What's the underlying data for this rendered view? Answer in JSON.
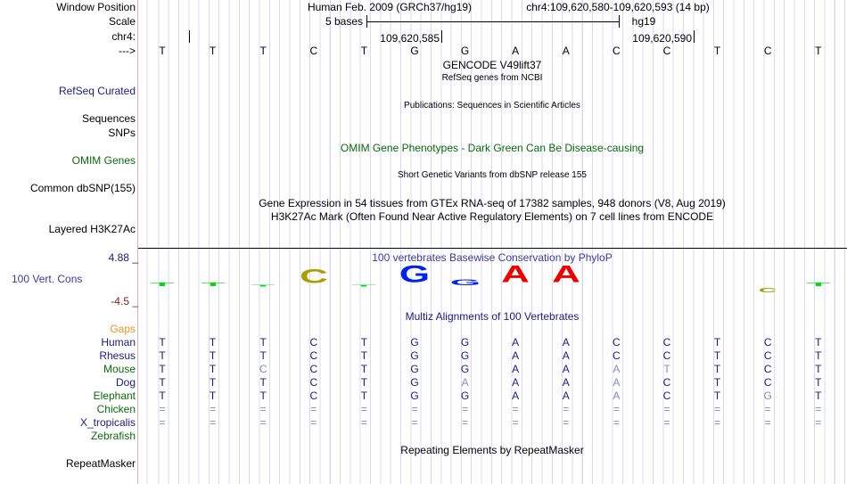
{
  "header": {
    "window_position_label": "Window Position",
    "scale_label": "Scale",
    "chrom_label": "chr4:",
    "strand_label": "--->",
    "assembly": "Human Feb. 2009 (GRCh37/hg19)",
    "position": "chr4:109,620,580-109,620,593 (14 bp)",
    "scale_text": "5 bases",
    "db": "hg19",
    "tick1": "109,620,585",
    "tick2": "109,620,590"
  },
  "sequence": [
    "T",
    "T",
    "T",
    "C",
    "T",
    "G",
    "G",
    "A",
    "A",
    "C",
    "C",
    "T",
    "C",
    "T"
  ],
  "tracks": {
    "gencode_title": "GENCODE V49lift37",
    "refseq_title": "RefSeq genes from NCBI",
    "refseq_label": "RefSeq Curated",
    "publications_title": "Publications: Sequences in Scientific Articles",
    "sequences_label": "Sequences",
    "snps_label": "SNPs",
    "omim_title": "OMIM Gene Phenotypes - Dark Green Can Be Disease-causing",
    "omim_label": "OMIM Genes",
    "dbsnp_title": "Short Genetic Variants from dbSNP release 155",
    "dbsnp_label": "Common dbSNP(155)",
    "gtex_title": "Gene Expression in 54 tissues from GTEx RNA-seq of 17382 samples, 948 donors (V8, Aug 2019)",
    "h3k27_title": "H3K27Ac Mark (Often Found Near Active Regulatory Elements) on 7 cell lines from ENCODE",
    "h3k27_label": "Layered H3K27Ac",
    "cons_title": "100 vertebrates Basewise Conservation by PhyloP",
    "cons_label": "100 Vert. Cons",
    "cons_max": "4.88 _",
    "cons_min": "-4.5 _",
    "multiz_title": "Multiz Alignments of 100 Vertebrates",
    "gaps_label": "Gaps",
    "repeat_title": "Repeating Elements by RepeatMasker",
    "repeat_label": "RepeatMasker"
  },
  "conservation": [
    {
      "base": "T",
      "score": 0.4,
      "color": "#00dd00"
    },
    {
      "base": "T",
      "score": 0.4,
      "color": "#00dd00"
    },
    {
      "base": "T",
      "score": 0.1,
      "color": "#00dd00"
    },
    {
      "base": "C",
      "score": 1.5,
      "color": "#a8a000"
    },
    {
      "base": "T",
      "score": 0.1,
      "color": "#00dd00"
    },
    {
      "base": "G",
      "score": 1.8,
      "color": "#0022ee"
    },
    {
      "base": "G",
      "score": 0.6,
      "color": "#0022ee"
    },
    {
      "base": "A",
      "score": 1.8,
      "color": "#ee0000"
    },
    {
      "base": "A",
      "score": 1.8,
      "color": "#ee0000"
    },
    {
      "base": "",
      "score": 0,
      "color": "#000"
    },
    {
      "base": "",
      "score": 0,
      "color": "#000"
    },
    {
      "base": "",
      "score": 0,
      "color": "#000"
    },
    {
      "base": "C",
      "score": -0.5,
      "color": "#a8a000"
    },
    {
      "base": "T",
      "score": 0.4,
      "color": "#00dd00"
    }
  ],
  "alignments": [
    {
      "species": "Human",
      "color": "#1a1a80",
      "bases": [
        "T",
        "T",
        "T",
        "C",
        "T",
        "G",
        "G",
        "A",
        "A",
        "C",
        "C",
        "T",
        "C",
        "T"
      ],
      "mismatch": []
    },
    {
      "species": "Rhesus",
      "color": "#1a1a80",
      "bases": [
        "T",
        "T",
        "T",
        "C",
        "T",
        "G",
        "G",
        "A",
        "A",
        "C",
        "C",
        "T",
        "C",
        "T"
      ],
      "mismatch": []
    },
    {
      "species": "Mouse",
      "color": "#0a6a0a",
      "bases": [
        "T",
        "T",
        "C",
        "C",
        "T",
        "G",
        "G",
        "A",
        "A",
        "A",
        "T",
        "T",
        "C",
        "T"
      ],
      "mismatch": [
        2,
        9,
        10
      ]
    },
    {
      "species": "Dog",
      "color": "#1a1a80",
      "bases": [
        "T",
        "T",
        "T",
        "C",
        "T",
        "G",
        "A",
        "A",
        "A",
        "A",
        "C",
        "T",
        "C",
        "T"
      ],
      "mismatch": [
        6,
        9
      ]
    },
    {
      "species": "Elephant",
      "color": "#0a6a0a",
      "bases": [
        "T",
        "T",
        "T",
        "C",
        "T",
        "G",
        "G",
        "A",
        "A",
        "A",
        "C",
        "T",
        "G",
        "T"
      ],
      "mismatch": [
        9,
        12
      ]
    },
    {
      "species": "Chicken",
      "color": "#0a6a0a",
      "bases": [
        "=",
        "=",
        "=",
        "=",
        "=",
        "=",
        "=",
        "=",
        "=",
        "=",
        "=",
        "=",
        "=",
        "="
      ],
      "mismatch": []
    },
    {
      "species": "X_tropicalis",
      "color": "#1a1a80",
      "bases": [
        "=",
        "=",
        "=",
        "=",
        "=",
        "=",
        "=",
        "=",
        "=",
        "=",
        "=",
        "=",
        "=",
        "="
      ],
      "mismatch": []
    },
    {
      "species": "Zebrafish",
      "color": "#0a6a0a",
      "bases": [],
      "mismatch": []
    }
  ]
}
